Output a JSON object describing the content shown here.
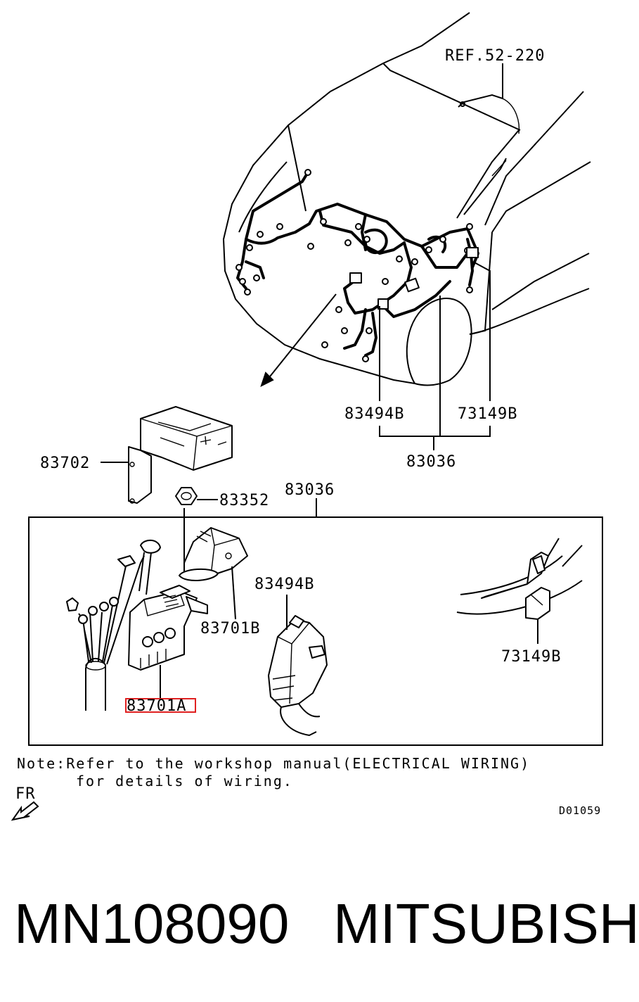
{
  "diagram": {
    "ref_label": "REF.52-220",
    "callouts": {
      "top_83494B": "83494B",
      "top_73149B": "73149B",
      "top_83036": "83036",
      "c_83702": "83702",
      "c_83352": "83352",
      "c_83036_box": "83036",
      "c_83494B": "83494B",
      "c_83701B": "83701B",
      "c_73149B": "73149B",
      "c_83701A": "83701A"
    },
    "note_line1": "Note:Refer to the workshop manual(ELECTRICAL WIRING)",
    "note_line2": "for details of wiring.",
    "fr_label": "FR",
    "drawing_code": "D01059",
    "highlight_color": "#e02020"
  },
  "footer": {
    "part_number": "MN108090",
    "brand": "MITSUBISHI"
  }
}
